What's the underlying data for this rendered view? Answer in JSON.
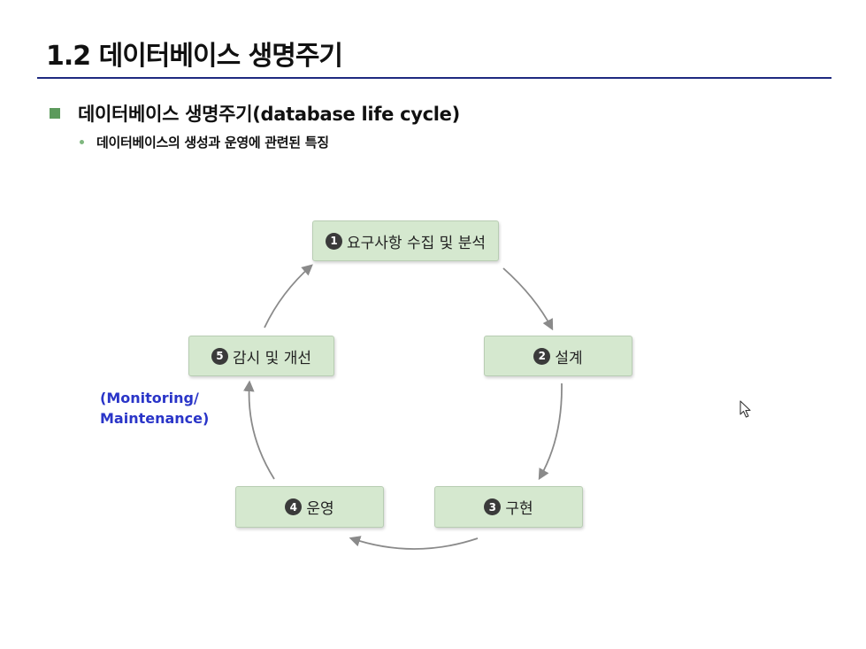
{
  "slide": {
    "title": "1.2 데이터베이스 생명주기",
    "bullet_main": "데이터베이스 생명주기(database life cycle)",
    "bullet_sub": "데이터베이스의 생성과 운영에 관련된 특징"
  },
  "diagram": {
    "stages": [
      {
        "num": "1",
        "label": "요구사항 수집 및 분석"
      },
      {
        "num": "2",
        "label": "설계"
      },
      {
        "num": "3",
        "label": "구현"
      },
      {
        "num": "4",
        "label": "운영"
      },
      {
        "num": "5",
        "label": "감시 및 개선"
      }
    ],
    "note_line1": "(Monitoring/",
    "note_line2": "Maintenance)"
  },
  "colors": {
    "title_rule": "#1f2a80",
    "bullet_square": "#5c9a5c",
    "stage_fill": "#d5e8cf",
    "note_text": "#2a35c8",
    "arrow": "#8a8a8a"
  },
  "icons": {
    "cursor": "mouse-pointer-icon"
  }
}
